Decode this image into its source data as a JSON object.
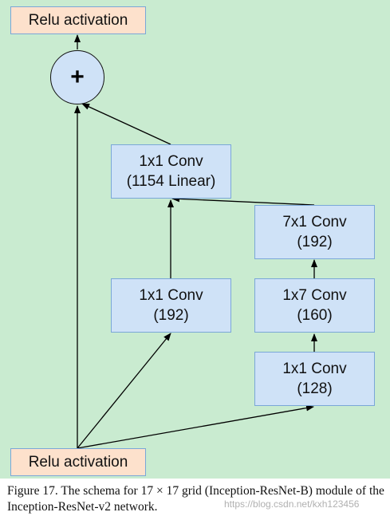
{
  "nodes": {
    "relu_top": {
      "label": "Relu activation"
    },
    "relu_bottom": {
      "label": "Relu activation"
    },
    "add": {
      "symbol": "+"
    },
    "conv_1154": {
      "line1": "1x1 Conv",
      "line2": "(1154 Linear)"
    },
    "conv_192_left": {
      "line1": "1x1 Conv",
      "line2": "(192)"
    },
    "conv_7x1": {
      "line1": "7x1 Conv",
      "line2": "(192)"
    },
    "conv_1x7": {
      "line1": "1x7 Conv",
      "line2": "(160)"
    },
    "conv_128": {
      "line1": "1x1 Conv",
      "line2": "(128)"
    }
  },
  "colors": {
    "background": "#c9ebd0",
    "relu_fill": "#fde1cc",
    "conv_fill": "#cfe2f7",
    "border": "#7aa7d8",
    "edge": "#000000"
  },
  "caption": "Figure 17. The schema for 17 × 17 grid (Inception-ResNet-B) module of the Inception-ResNet-v2 network.",
  "watermark": "https://blog.csdn.net/kxh123456"
}
